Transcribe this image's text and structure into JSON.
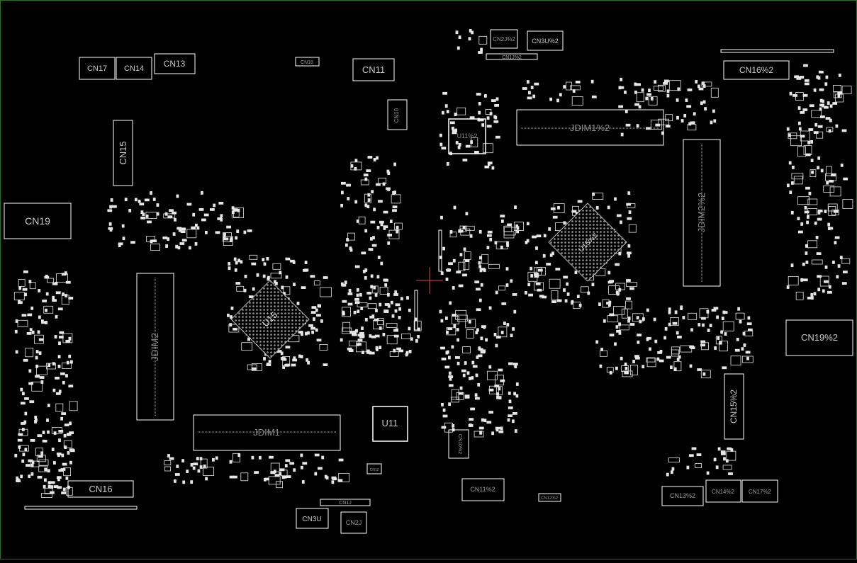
{
  "board": {
    "background": "#000000",
    "outline_color": "#ffffff",
    "frame_color": "#2f6b2f",
    "text_color": "#c8c8c8",
    "dim_text_color": "#8a8a8a",
    "cursor_color": "#d04a4a"
  },
  "labels": {
    "cn17": "CN17",
    "cn14": "CN14",
    "cn13": "CN13",
    "cn15": "CN15",
    "cn19": "CN19",
    "cn11": "CN11",
    "cn10": "CN10",
    "jdim2": "JDIM2",
    "jdim1": "JDIM1",
    "u15": "U15",
    "u11": "U11",
    "cn16": "CN16",
    "cn3u": "CN3U",
    "cn2j": "CN2J",
    "cn1j": "CN1J",
    "cn2j_2": "CN2J%2",
    "cn3u_2": "CN3U%2",
    "cn1j_2": "CN1J%2",
    "u11_2": "U11%2",
    "jdim1_2": "JDIM1%2",
    "jdim2_2": "JDIM2%2",
    "u15_2": "U15%2",
    "cn16_2": "CN16%2",
    "cn19_2": "CN19%2",
    "cn15_2": "CN15%2",
    "cn13_2": "CN13%2",
    "cn14_2": "CN14%2",
    "cn17_2": "CN17%2",
    "cn11_2": "CN11%2",
    "cn12_2": "CN12%2",
    "cn10_2": "CN10%2",
    "cn12": "CN12",
    "cn18": "CN18"
  }
}
